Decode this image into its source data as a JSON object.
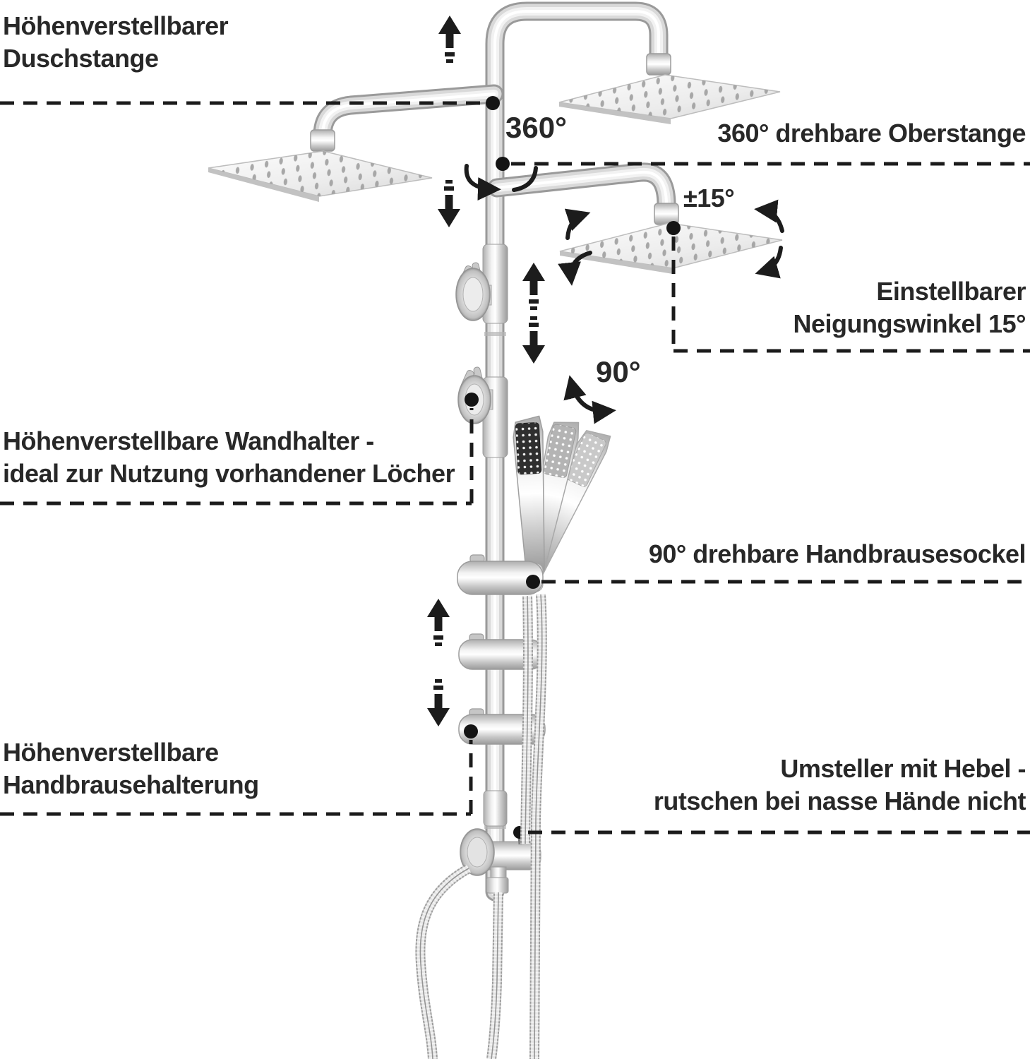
{
  "colors": {
    "background": "#ffffff",
    "text": "#282828",
    "callout_line": "#1b1b1b",
    "chrome_light": "#f2f2f2",
    "chrome_dark": "#9a9a9a"
  },
  "labels": {
    "duschstange": {
      "line1": "Höhenverstellbarer",
      "line2": "Duschstange"
    },
    "pole_rotation_badge": "360°",
    "oberstange": "360° drehbare Oberstange",
    "tilt_badge": "±15°",
    "neigungswinkel": {
      "line1": "Einstellbarer",
      "line2": "Neigungswinkel 15°"
    },
    "handshower_rotation_badge": "90°",
    "wandhalter": {
      "line1": "Höhenverstellbare Wandhalter -",
      "line2": "ideal zur Nutzung vorhandener Löcher"
    },
    "handbrausesockel": "90° drehbare Handbrausesockel",
    "handbrausehalterung": {
      "line1": "Höhenverstellbare",
      "line2": "Handbrausehalterung"
    },
    "umsteller": {
      "line1": "Umsteller mit Hebel -",
      "line2": "rutschen bei nasse Hände nicht"
    }
  }
}
